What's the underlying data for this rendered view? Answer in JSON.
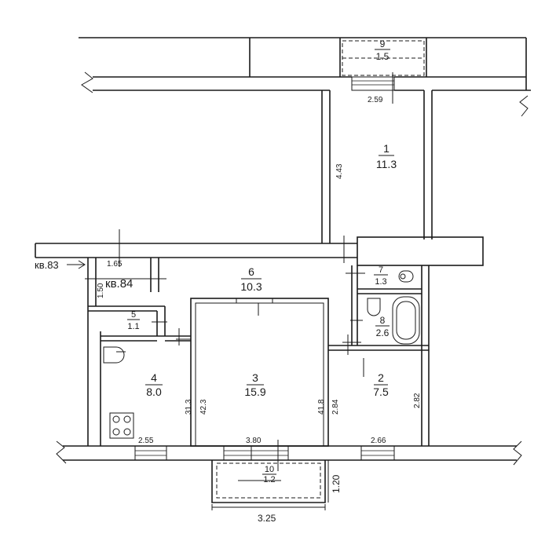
{
  "apartment_label": "кв.84",
  "neighbor_label": "кв.83",
  "rooms": [
    {
      "id": "1",
      "number": "1",
      "area": "11.3"
    },
    {
      "id": "2",
      "number": "2",
      "area": "7.5"
    },
    {
      "id": "3",
      "number": "3",
      "area": "15.9"
    },
    {
      "id": "4",
      "number": "4",
      "area": "8.0"
    },
    {
      "id": "5",
      "number": "5",
      "area": "1.1"
    },
    {
      "id": "6",
      "number": "6",
      "area": "10.3"
    },
    {
      "id": "7",
      "number": "7",
      "area": "1.3"
    },
    {
      "id": "8",
      "number": "8",
      "area": "2.6"
    },
    {
      "id": "9",
      "number": "9",
      "area": "1.5"
    },
    {
      "id": "10",
      "number": "10",
      "area": "1.2"
    }
  ],
  "dimensions": {
    "d_2_59": "2.59",
    "d_4_43": "4.43",
    "d_1_65": "1.65",
    "d_1_50": "1.50",
    "d_31_3": "31.3",
    "d_42_3": "42.3",
    "d_41_8": "41.8",
    "d_2_84": "2.84",
    "d_2_82": "2.82",
    "d_2_55": "2.55",
    "d_3_80": "3.80",
    "d_2_66": "2.66",
    "d_1_20": "1.20",
    "d_3_25": "3.25"
  }
}
